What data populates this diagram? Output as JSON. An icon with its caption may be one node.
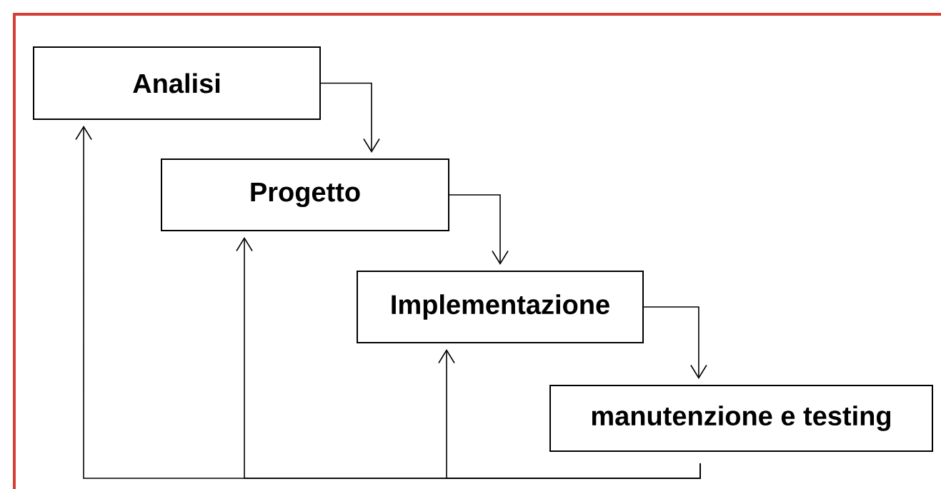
{
  "diagram": {
    "nodes": [
      {
        "text": [
          "Analisi"
        ]
      },
      {
        "text": [
          "Progetto"
        ]
      },
      {
        "text": [
          "Implementazione"
        ]
      },
      {
        "text": [
          "manutenzione e testing"
        ]
      }
    ],
    "edges": [
      {
        "from": 0,
        "to": 1,
        "arrow": "to"
      },
      {
        "from": 1,
        "to": 2,
        "arrow": "to"
      },
      {
        "from": 2,
        "to": 3,
        "arrow": "to"
      },
      {
        "from": 3,
        "to": 0,
        "arrow": "to"
      },
      {
        "from": 3,
        "to": 1,
        "arrow": "to"
      },
      {
        "from": 3,
        "to": 2,
        "arrow": "to"
      }
    ]
  }
}
